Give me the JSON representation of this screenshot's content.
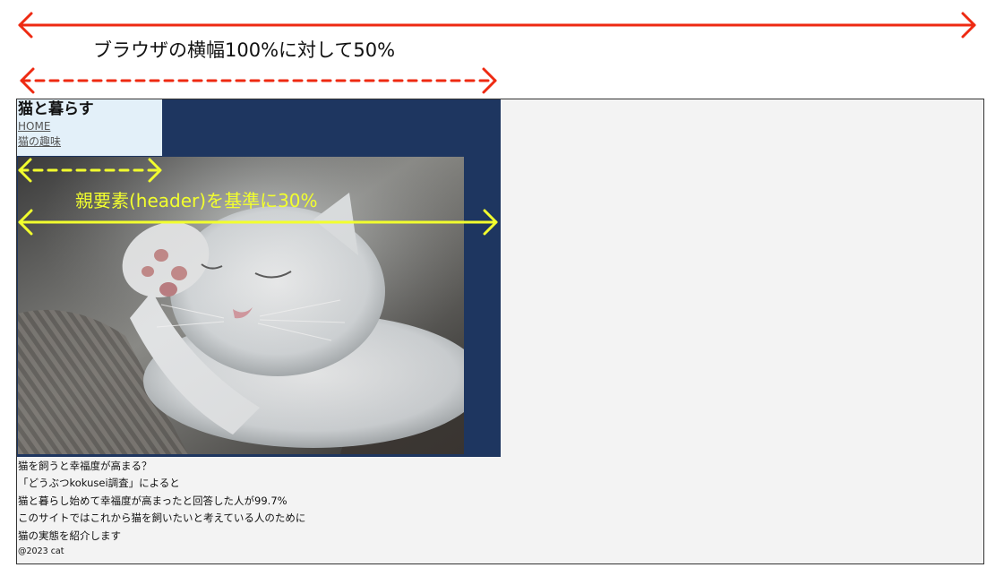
{
  "annotations": {
    "browser_width_label": "ブラウザの横幅100%に対して50%",
    "parent_basis_label": "親要素(header)を基準に30%",
    "colors": {
      "red": "#ee2a12",
      "yellow": "#f2ff2e"
    }
  },
  "header": {
    "site_title": "猫と暮らす",
    "nav": [
      {
        "label": "HOME"
      },
      {
        "label": "猫の趣味"
      }
    ],
    "hero_image": "sleeping-white-cat-photo",
    "background_color": "#1e3660"
  },
  "content": {
    "lines": [
      "猫を飼うと幸福度が高まる？",
      "「どうぶつkokusei調査」によると",
      "猫と暮らし始めて幸福度が高まったと回答した人が99.7%",
      "このサイトではこれから猫を飼いたいと考えている人のために",
      "猫の実態を紹介します"
    ]
  },
  "footer": {
    "copyright": "@2023 cat"
  }
}
